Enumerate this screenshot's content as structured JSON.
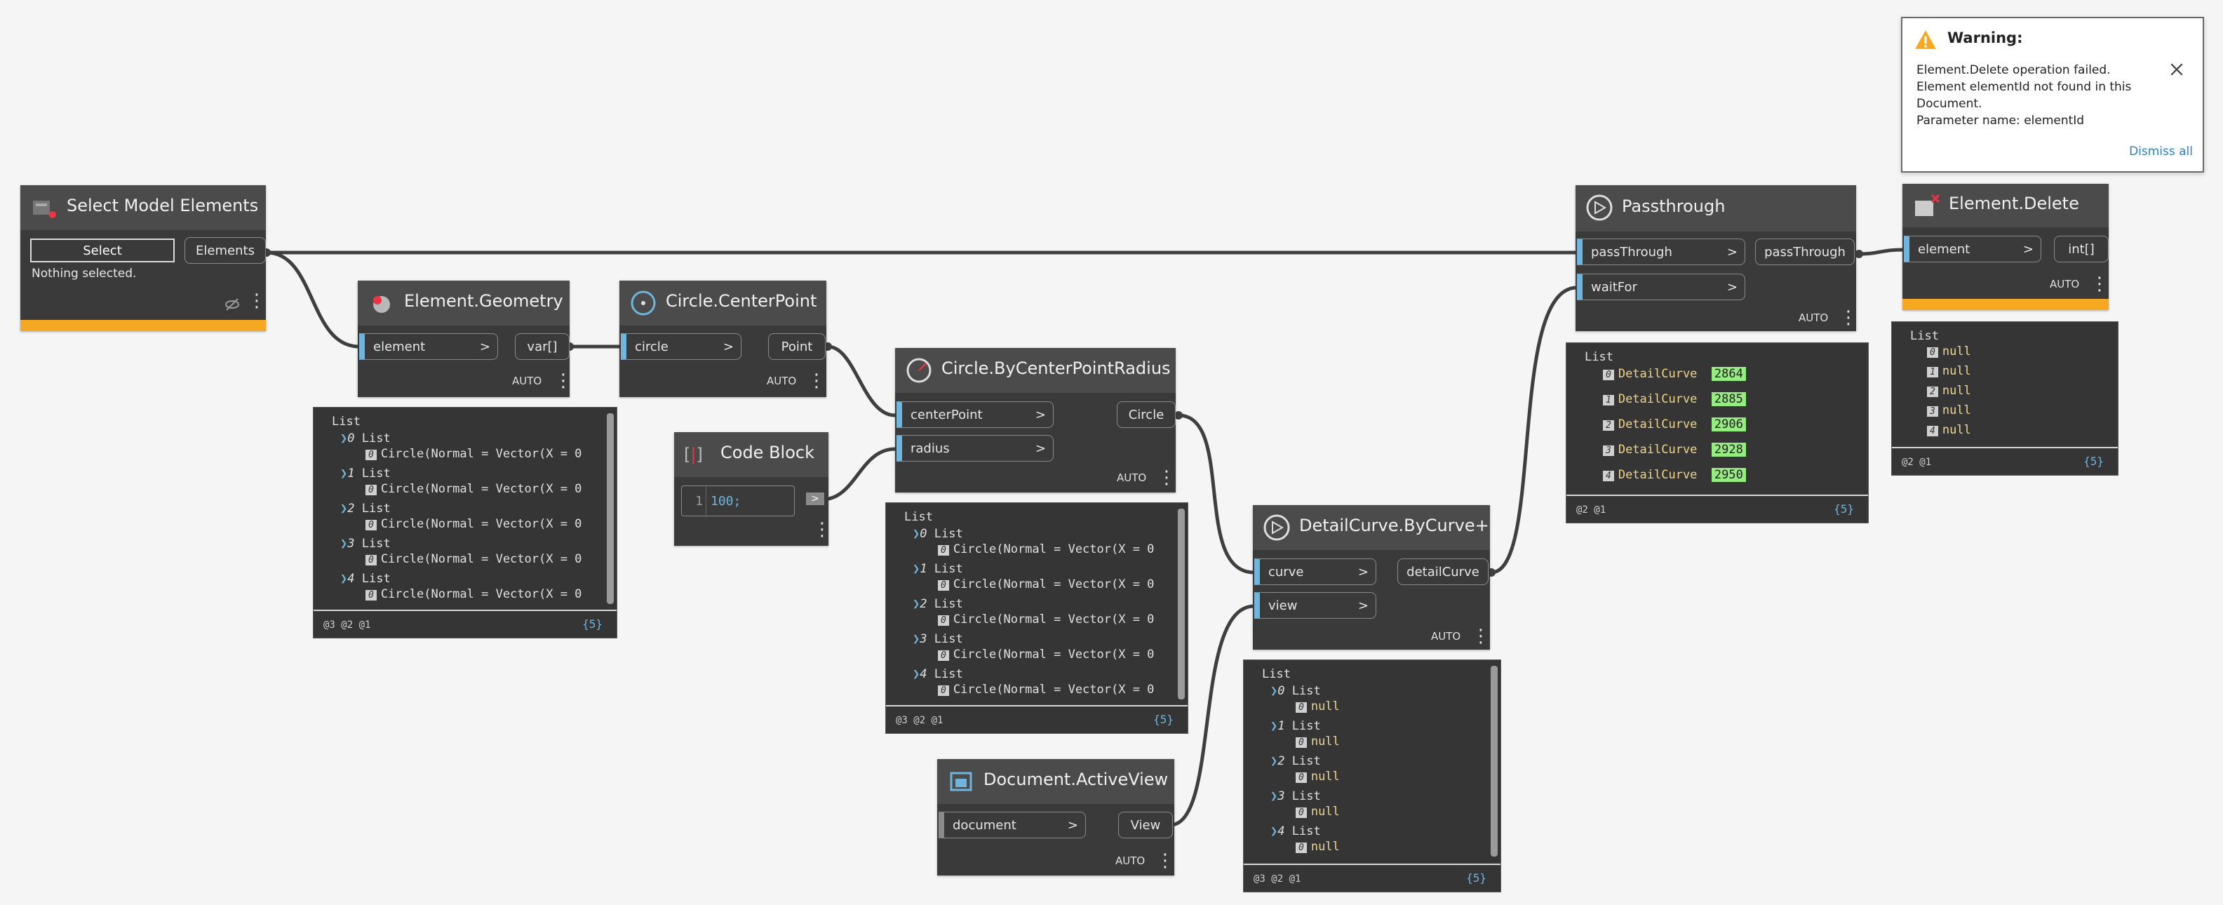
{
  "nodes": {
    "select": {
      "title": "Select Model Elements",
      "button": "Select",
      "status": "Nothing selected.",
      "output": "Elements"
    },
    "geometry": {
      "title": "Element.Geometry",
      "input": "element",
      "output": "var[]",
      "lacing": "AUTO"
    },
    "centerpoint": {
      "title": "Circle.CenterPoint",
      "input": "circle",
      "output": "Point",
      "lacing": "AUTO"
    },
    "codeblock": {
      "title": "Code Block",
      "line_no": "1",
      "code": "100;",
      "output": ">"
    },
    "bycenter": {
      "title": "Circle.ByCenterPointRadius",
      "inputs": [
        "centerPoint",
        "radius"
      ],
      "output": "Circle",
      "lacing": "AUTO"
    },
    "activeview": {
      "title": "Document.ActiveView",
      "input": "document",
      "output": "View",
      "lacing": "AUTO"
    },
    "detailcurve": {
      "title": "DetailCurve.ByCurve+",
      "inputs": [
        "curve",
        "view"
      ],
      "output": "detailCurve",
      "lacing": "AUTO"
    },
    "passthrough": {
      "title": "Passthrough",
      "inputs": [
        "passThrough",
        "waitFor"
      ],
      "output": "passThrough",
      "lacing": "AUTO"
    },
    "delete": {
      "title": "Element.Delete",
      "input": "element",
      "output": "int[]",
      "lacing": "AUTO"
    }
  },
  "chevron": ">",
  "previews": {
    "geometry": {
      "header": "List",
      "items": [
        {
          "i": "0",
          "sub": "List",
          "j": "0",
          "text": "Circle(Normal = Vector(X = 0"
        },
        {
          "i": "1",
          "sub": "List",
          "j": "0",
          "text": "Circle(Normal = Vector(X = 0"
        },
        {
          "i": "2",
          "sub": "List",
          "j": "0",
          "text": "Circle(Normal = Vector(X = 0"
        },
        {
          "i": "3",
          "sub": "List",
          "j": "0",
          "text": "Circle(Normal = Vector(X = 0"
        },
        {
          "i": "4",
          "sub": "List",
          "j": "0",
          "text": "Circle(Normal = Vector(X = 0"
        }
      ],
      "levels": "@3 @2 @1",
      "count": "{5}"
    },
    "bycenter": {
      "header": "List",
      "items": [
        {
          "i": "0",
          "sub": "List",
          "j": "0",
          "text": "Circle(Normal = Vector(X = 0"
        },
        {
          "i": "1",
          "sub": "List",
          "j": "0",
          "text": "Circle(Normal = Vector(X = 0"
        },
        {
          "i": "2",
          "sub": "List",
          "j": "0",
          "text": "Circle(Normal = Vector(X = 0"
        },
        {
          "i": "3",
          "sub": "List",
          "j": "0",
          "text": "Circle(Normal = Vector(X = 0"
        },
        {
          "i": "4",
          "sub": "List",
          "j": "0",
          "text": "Circle(Normal = Vector(X = 0"
        }
      ],
      "levels": "@3 @2 @1",
      "count": "{5}"
    },
    "detailcurve": {
      "header": "List",
      "items": [
        {
          "i": "0",
          "sub": "List",
          "j": "0",
          "text": "null"
        },
        {
          "i": "1",
          "sub": "List",
          "j": "0",
          "text": "null"
        },
        {
          "i": "2",
          "sub": "List",
          "j": "0",
          "text": "null"
        },
        {
          "i": "3",
          "sub": "List",
          "j": "0",
          "text": "null"
        },
        {
          "i": "4",
          "sub": "List",
          "j": "0",
          "text": "null"
        }
      ],
      "levels": "@3 @2 @1",
      "count": "{5}"
    },
    "passthrough": {
      "header": "List",
      "items": [
        {
          "i": "0",
          "name": "DetailCurve",
          "id": "2864"
        },
        {
          "i": "1",
          "name": "DetailCurve",
          "id": "2885"
        },
        {
          "i": "2",
          "name": "DetailCurve",
          "id": "2906"
        },
        {
          "i": "3",
          "name": "DetailCurve",
          "id": "2928"
        },
        {
          "i": "4",
          "name": "DetailCurve",
          "id": "2950"
        }
      ],
      "levels": "@2 @1",
      "count": "{5}"
    },
    "delete": {
      "header": "List",
      "items": [
        {
          "i": "0",
          "text": "null"
        },
        {
          "i": "1",
          "text": "null"
        },
        {
          "i": "2",
          "text": "null"
        },
        {
          "i": "3",
          "text": "null"
        },
        {
          "i": "4",
          "text": "null"
        }
      ],
      "levels": "@2 @1",
      "count": "{5}"
    }
  },
  "warning": {
    "title": "Warning:",
    "lines": [
      "Element.Delete operation failed.",
      "Element elementId not found in this",
      "Document.",
      "Parameter name: elementId"
    ],
    "dismiss": "Dismiss all"
  },
  "colors": {
    "canvas": "#f5f5f5",
    "node_body": "#3a3a3a",
    "node_header": "#4b4b4b",
    "port_accent": "#6fb5dd",
    "error_bar": "#f7a823",
    "wire": "#3f3f3f",
    "highlight": "#95ed7f",
    "warning_icon": "#f7a823",
    "link": "#2f7fc2"
  }
}
